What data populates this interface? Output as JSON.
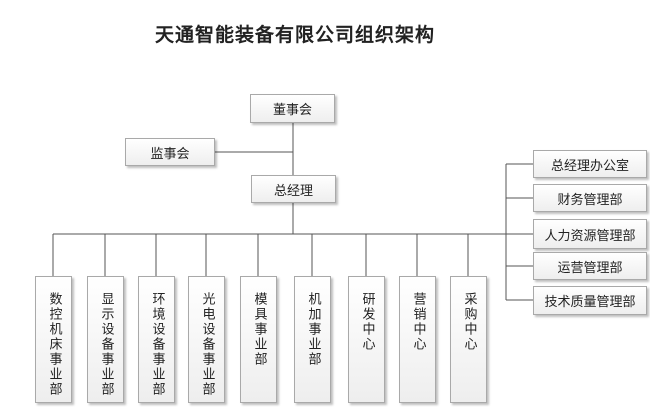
{
  "title": "天通智能装备有限公司组织架构",
  "board": "董事会",
  "supervisory": "监事会",
  "gm": "总经理",
  "staff": [
    "总经理办公室",
    "财务管理部",
    "人力资源管理部",
    "运营管理部",
    "技术质量管理部"
  ],
  "divisions": [
    "数控机床事业部",
    "显示设备事业部",
    "环境设备事业部",
    "光电设备事业部",
    "模具事业部",
    "机加事业部",
    "研发中心",
    "营销中心",
    "采购中心"
  ]
}
